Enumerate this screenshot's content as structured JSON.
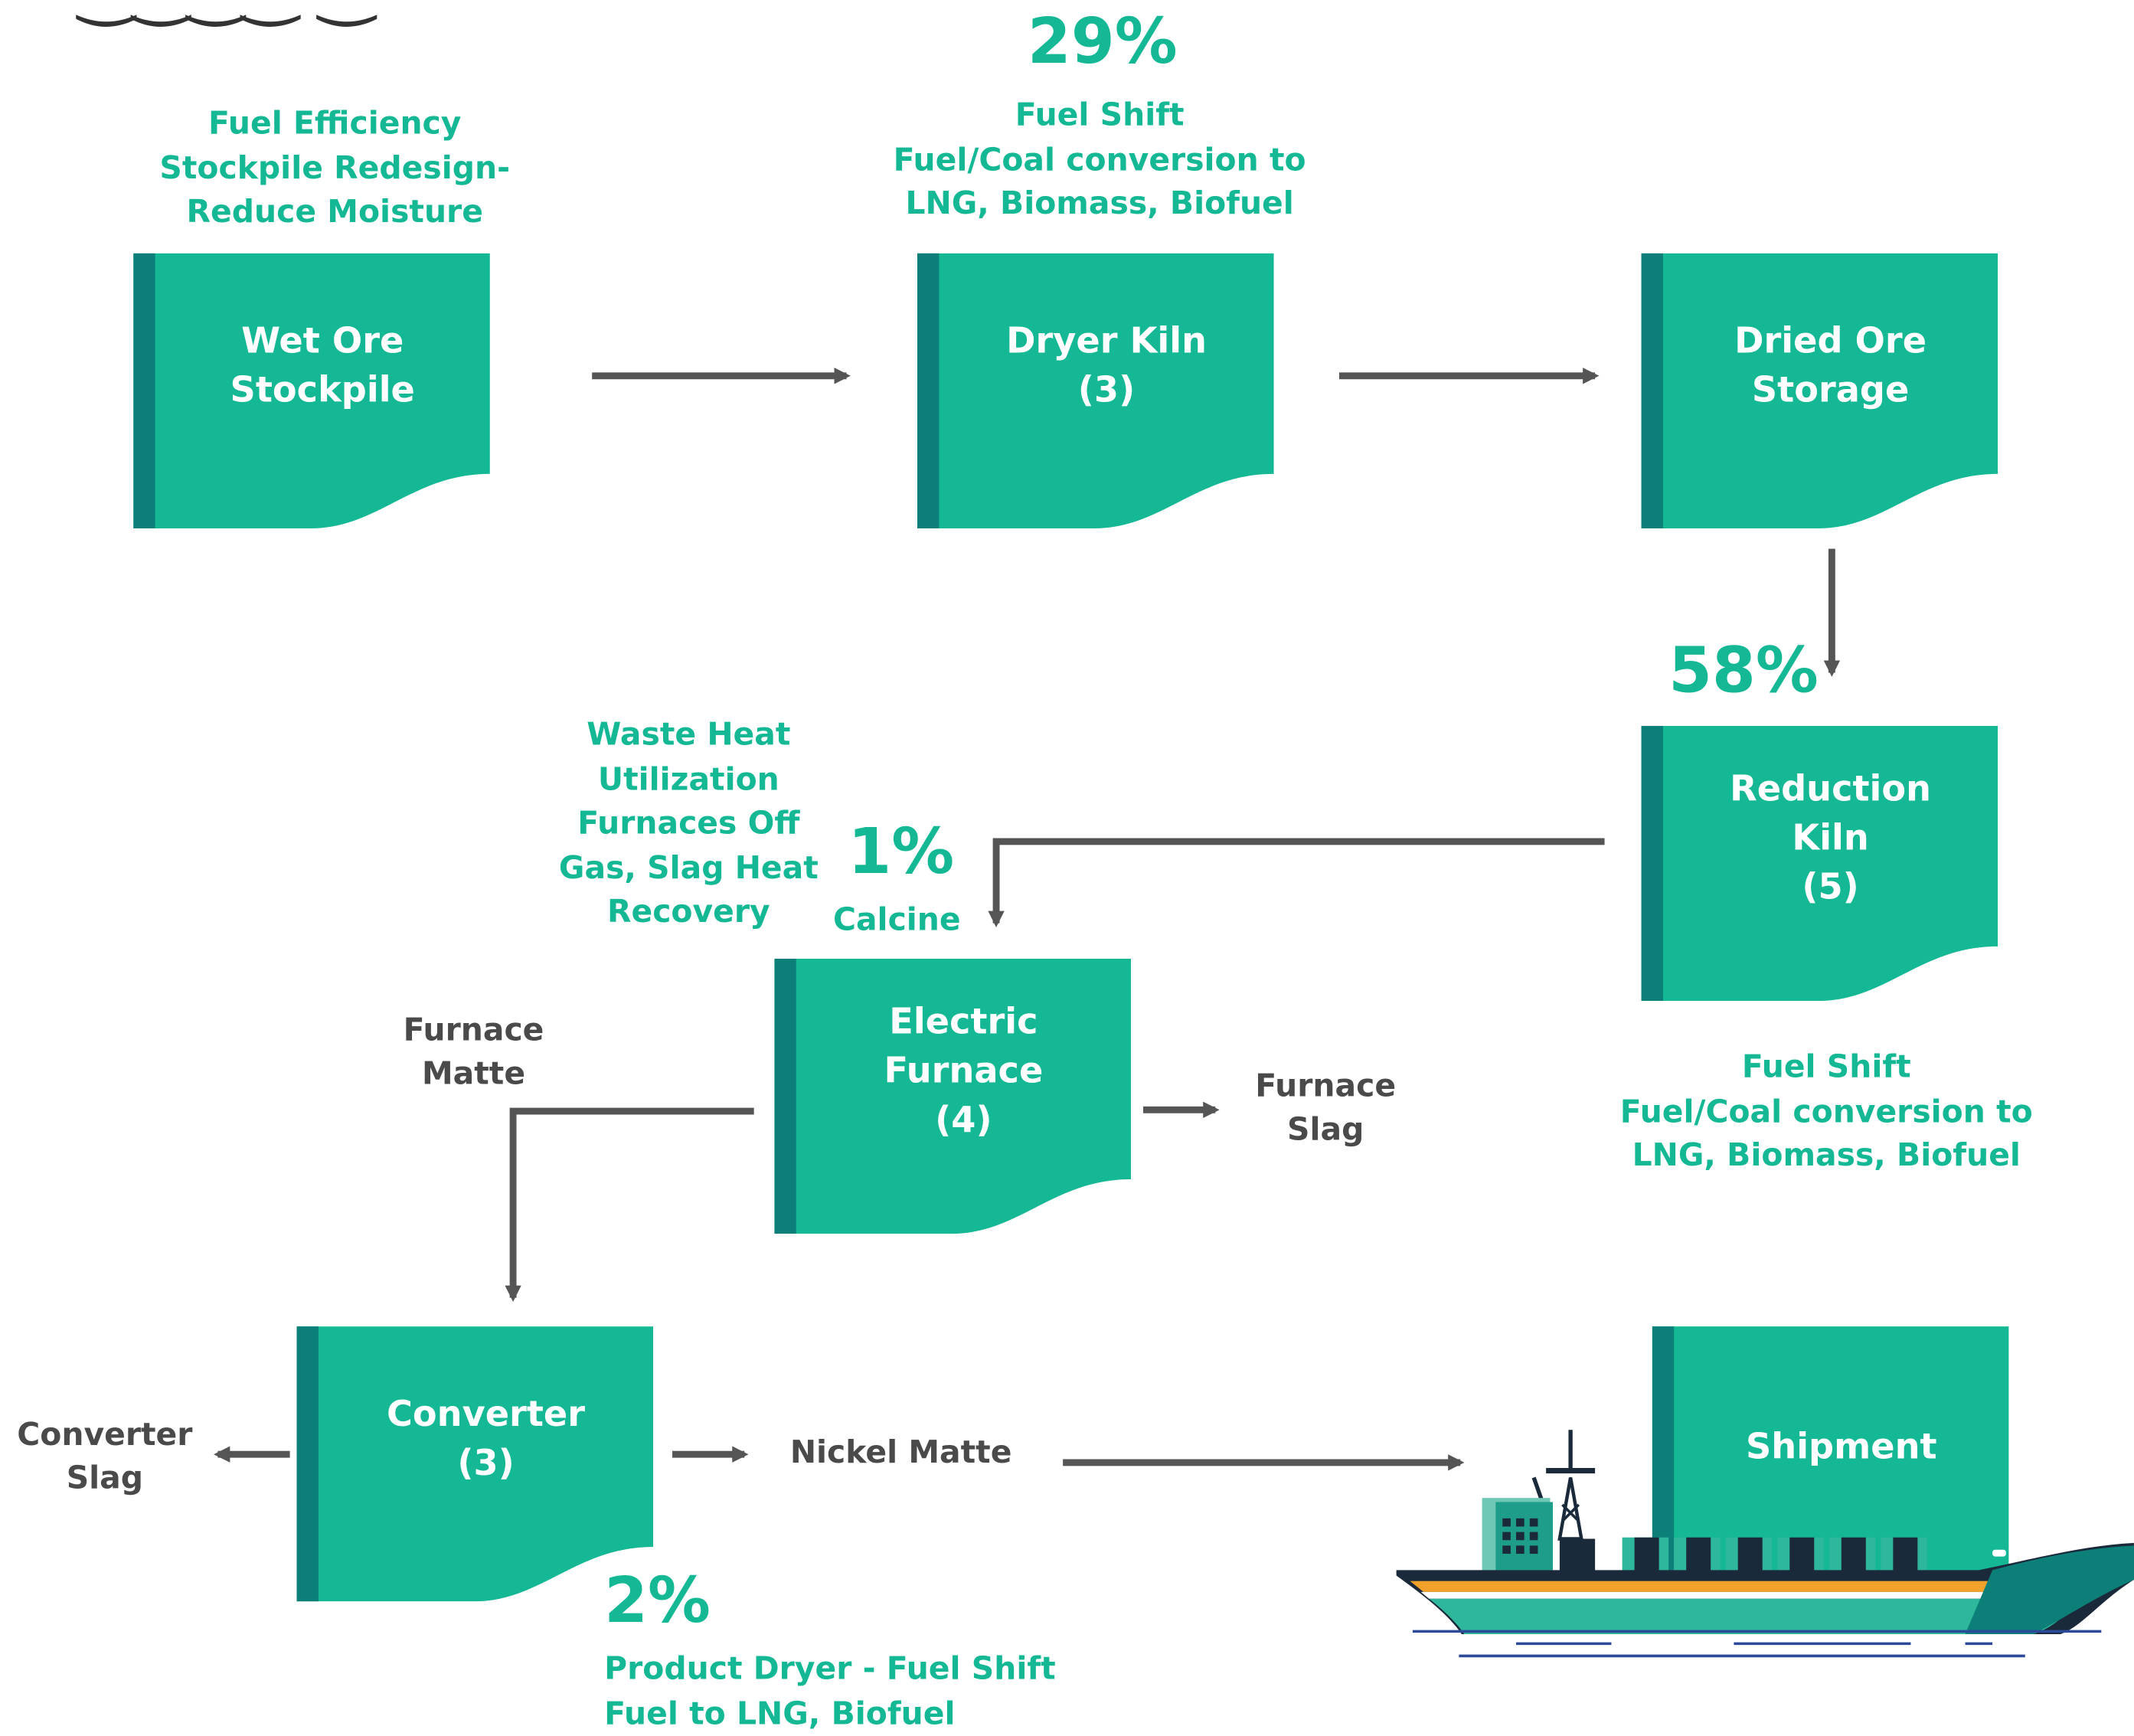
{
  "colors": {
    "teal": "#14b894",
    "teal_dark": "#0b7f78",
    "arrow": "#555555",
    "text_dark": "#4a4a4a"
  },
  "boxes": {
    "wet_ore": "Wet Ore\nStockpile",
    "dryer_kiln": "Dryer Kiln\n(3)",
    "dried_ore": "Dried Ore\nStorage",
    "reduction_kiln": "Reduction\nKiln\n(5)",
    "electric_furnace": "Electric\nFurnace\n(4)",
    "converter": "Converter\n(3)",
    "shipment": "Shipment"
  },
  "annotations": {
    "wet_ore_note": "Fuel Efficiency\nStockpile Redesign-\nReduce Moisture",
    "dryer_pct": "29%",
    "dryer_note": "Fuel Shift\nFuel/Coal conversion to\nLNG, Biomass, Biofuel",
    "reduction_pct": "58%",
    "reduction_note": "Fuel Shift\nFuel/Coal conversion to\nLNG, Biomass, Biofuel",
    "furnace_note": "Waste Heat\nUtilization\nFurnaces Off\nGas, Slag Heat\nRecovery",
    "furnace_pct": "1%",
    "calcine": "Calcine",
    "converter_pct": "2%",
    "converter_note": "Product Dryer - Fuel Shift\nFuel to LNG, Biofuel"
  },
  "flow_labels": {
    "furnace_matte": "Furnace\nMatte",
    "furnace_slag": "Furnace\nSlag",
    "converter_slag": "Converter\nSlag",
    "nickel_matte": "Nickel Matte"
  },
  "icons": {
    "ship": "cargo-ship-icon"
  }
}
